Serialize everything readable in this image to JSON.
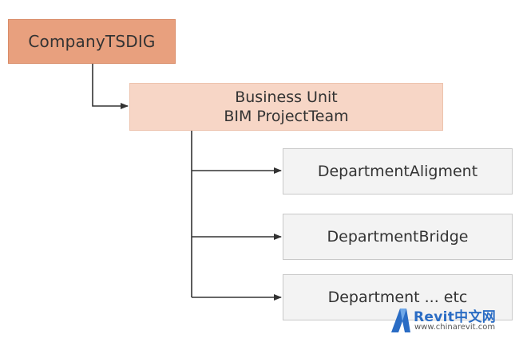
{
  "diagram": {
    "root": {
      "label": "CompanyTSDIG"
    },
    "business_unit": {
      "line1": "Business Unit",
      "line2": "BIM ProjectTeam"
    },
    "departments": [
      {
        "label": "DepartmentAligment"
      },
      {
        "label": "DepartmentBridge"
      },
      {
        "label": "Department ... etc"
      }
    ]
  },
  "watermark": {
    "brand": "Revit中文网",
    "url": "www.chinarevit.com"
  },
  "colors": {
    "root_fill": "#e8a07e",
    "bu_fill": "#f7d6c6",
    "dept_fill": "#f3f3f3",
    "connector": "#333333",
    "brand": "#2a6cc4"
  }
}
